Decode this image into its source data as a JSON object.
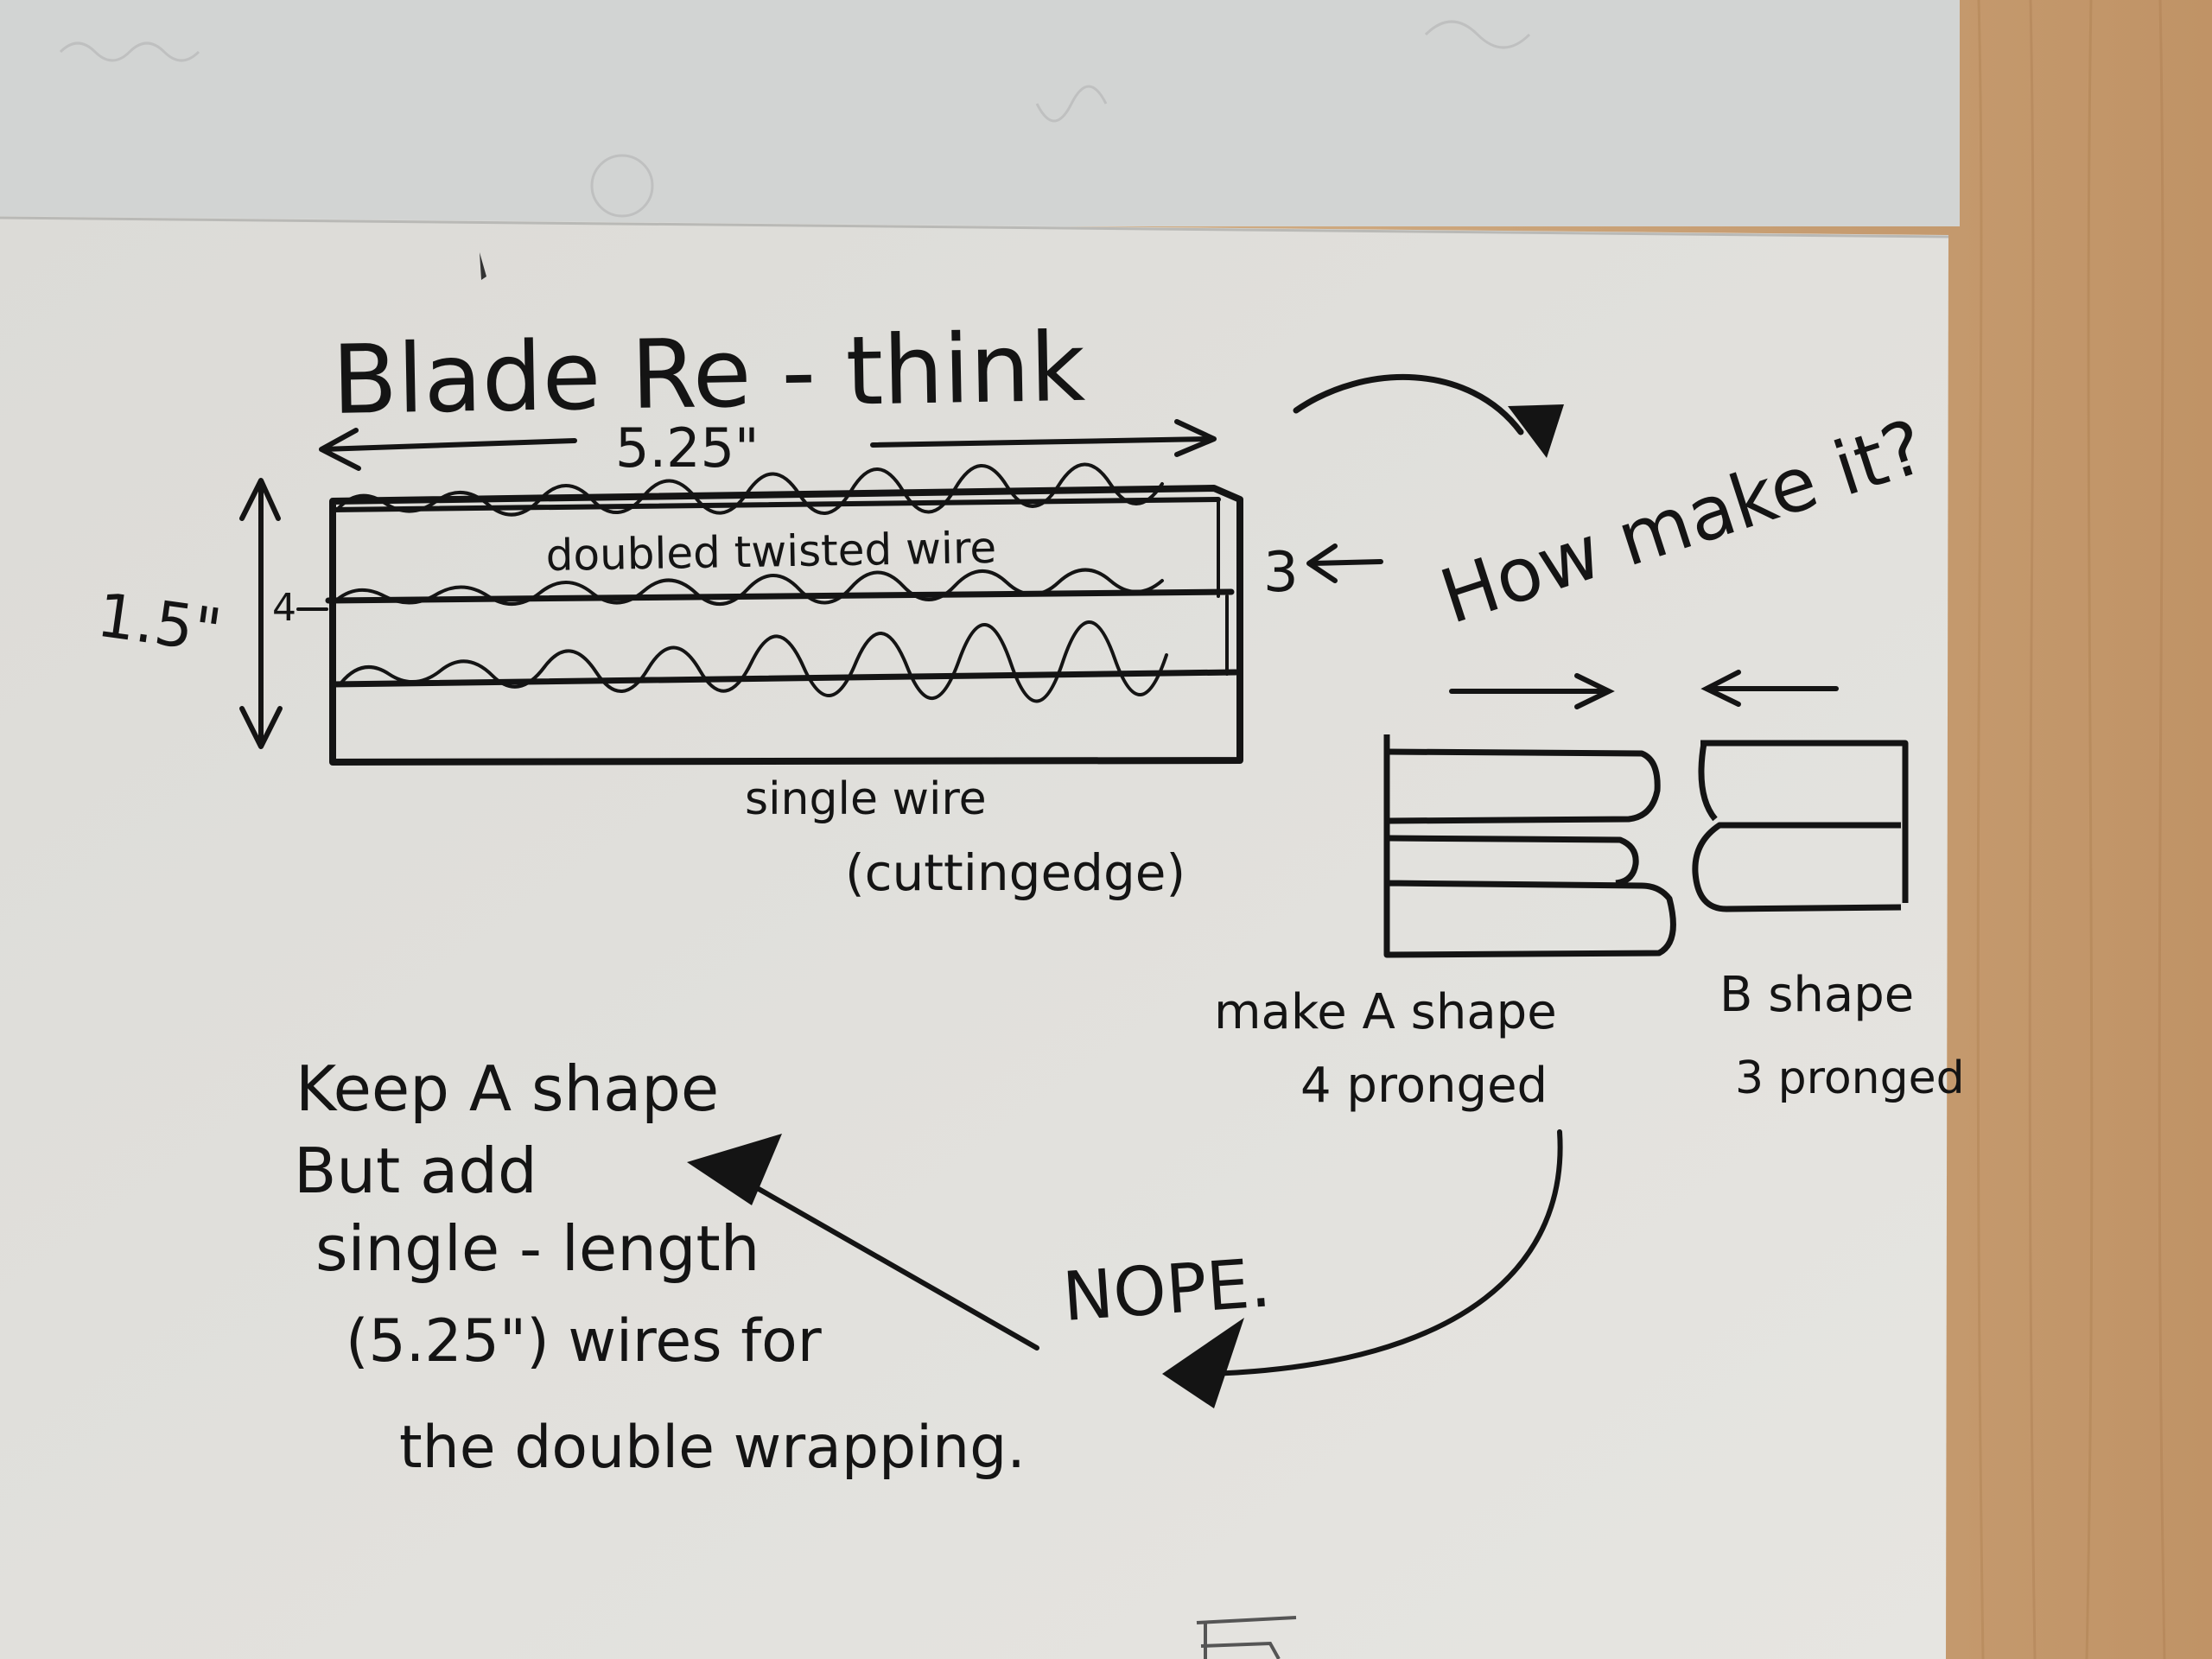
{
  "sketch": {
    "title": "Blade Re - think",
    "dimensions": {
      "length": "5.25\"",
      "height": "1.5\"",
      "left_count": "4",
      "right_count": "3"
    },
    "labels": {
      "doubled_wire": "doubled twisted wire",
      "single_wire_line1": "single wire",
      "single_wire_line2": "(cuttingedge)",
      "question": "How make it?",
      "a_shape_line1": "make A shape",
      "a_shape_line2": "4 pronged",
      "b_shape_line1": "B shape",
      "b_shape_line2": "3 pronged",
      "nope": "NOPE.",
      "keep_line1": "Keep A shape",
      "keep_line2": "But add",
      "keep_line3": "single - length",
      "keep_line4": "(5.25\") wires for",
      "keep_line5": "the double wrapping."
    }
  },
  "colors": {
    "ink": "#141414",
    "paper": "#e1e0dc",
    "paper_back": "#d2d4d3",
    "wood": "#c9a57d"
  }
}
